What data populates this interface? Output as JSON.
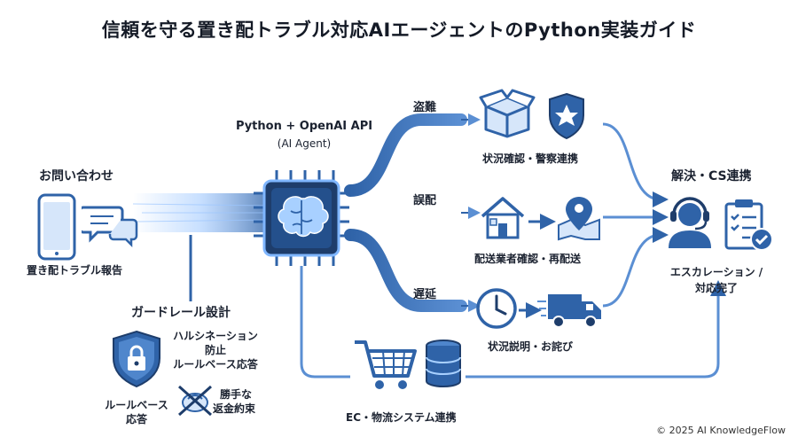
{
  "title": "信頼を守る置き配トラブル対応AIエージェントのPython実装ガイド",
  "inquiry": {
    "heading": "お問い合わせ",
    "caption": "置き配トラブル報告"
  },
  "agent": {
    "name": "Python + OpenAI API",
    "sub": "(AI Agent)"
  },
  "branches": [
    {
      "label": "盗難",
      "result": "状況確認・警察連携"
    },
    {
      "label": "誤配",
      "result": "配送業者確認・再配送"
    },
    {
      "label": "遅延",
      "result": "状況説明・お詫び"
    }
  ],
  "resolution": {
    "heading": "解決・CS連携",
    "caption_line1": "エスカレーション /",
    "caption_line2": "対応完了"
  },
  "guardrail": {
    "heading": "ガードレール設計",
    "items": [
      "ハルシネーション",
      "防止",
      "ルールベース応答"
    ],
    "shield_label_line1": "ルールベース",
    "shield_label_line2": "応答",
    "prohibited_line1": "勝手な",
    "prohibited_line2": "返金約束"
  },
  "integration": {
    "caption": "EC・物流システム連携"
  },
  "footer": "© 2025 AI KnowledgeFlow",
  "colors": {
    "primary": "#2f63a8",
    "dark": "#1e3d6b",
    "light": "#cfe0f5",
    "glow": "#7fb6ff"
  }
}
